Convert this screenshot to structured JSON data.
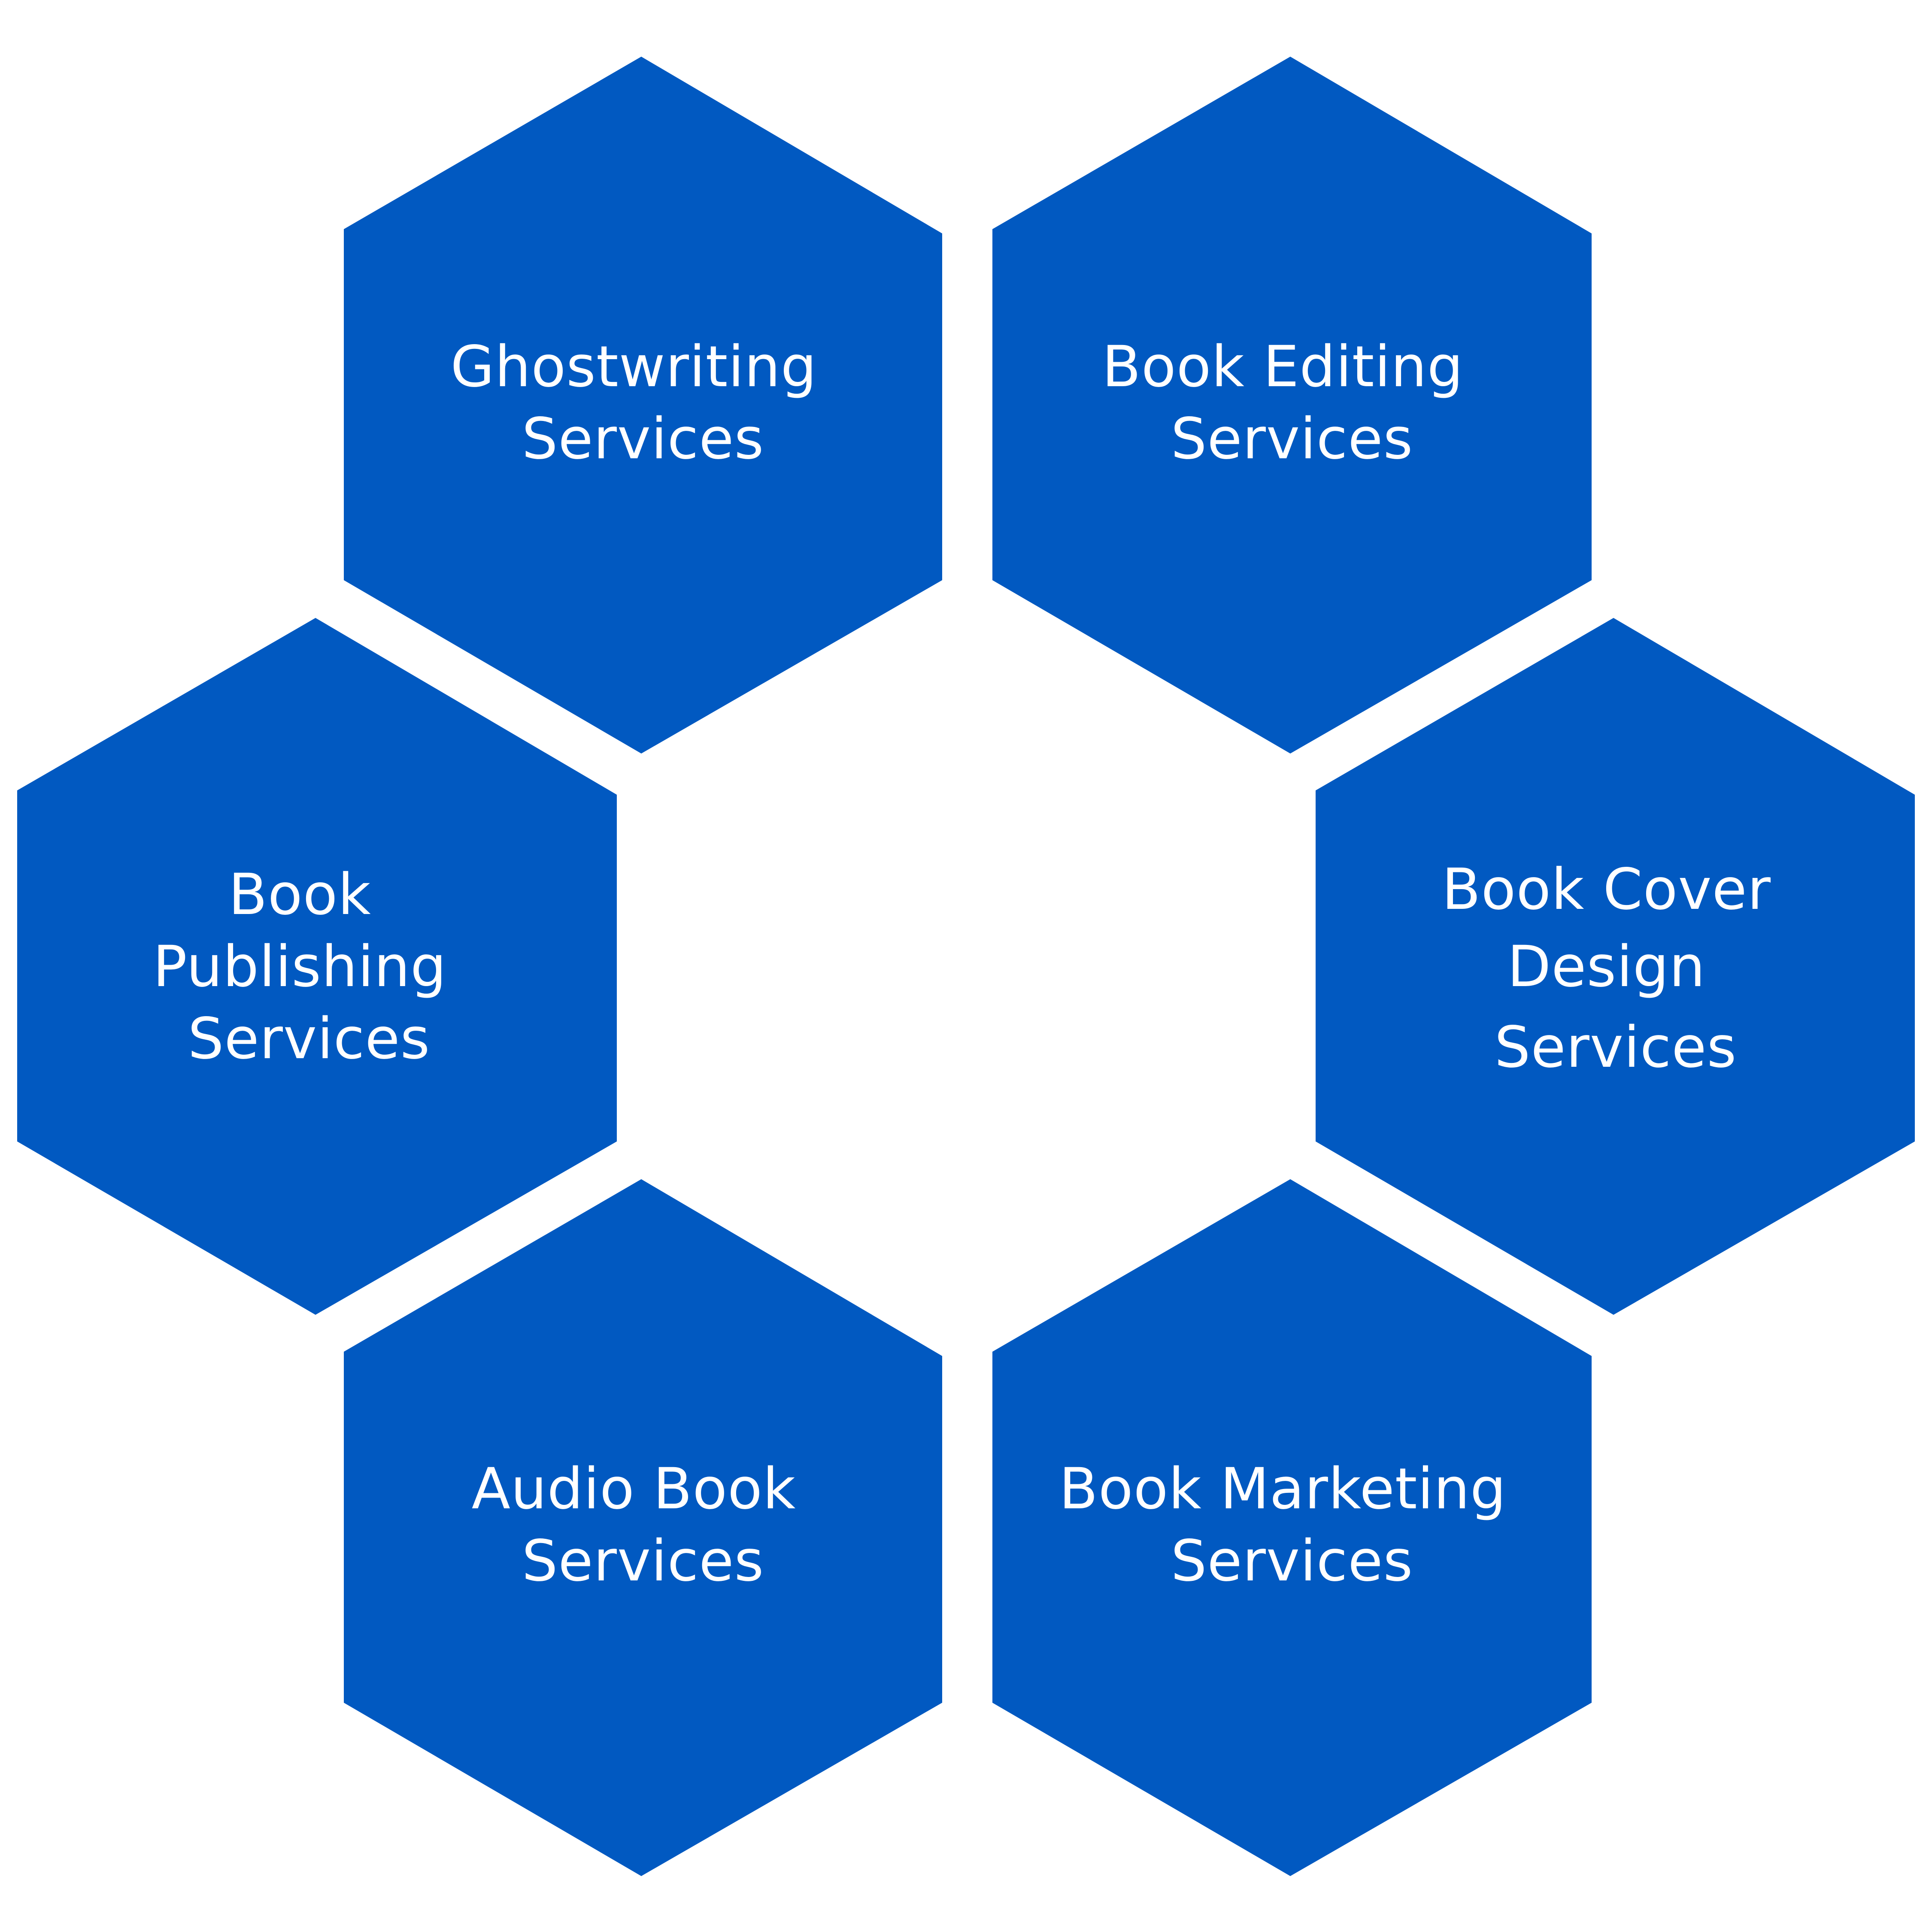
{
  "colors": {
    "hexagon_fill": "#0159C1",
    "label_text": "#FFFFFF",
    "background": "#FFFFFF"
  },
  "services": [
    {
      "id": "ghostwriting",
      "lines": [
        "Ghostwriting",
        "Services"
      ]
    },
    {
      "id": "book-editing",
      "lines": [
        "Book Editing",
        "Services"
      ]
    },
    {
      "id": "book-publishing",
      "lines": [
        "Book",
        "Publishing",
        "Services"
      ]
    },
    {
      "id": "book-cover-design",
      "lines": [
        "Book Cover",
        "Design",
        "Services"
      ]
    },
    {
      "id": "audio-book",
      "lines": [
        "Audio Book",
        "Services"
      ]
    },
    {
      "id": "book-marketing",
      "lines": [
        "Book Marketing",
        "Services"
      ]
    }
  ]
}
